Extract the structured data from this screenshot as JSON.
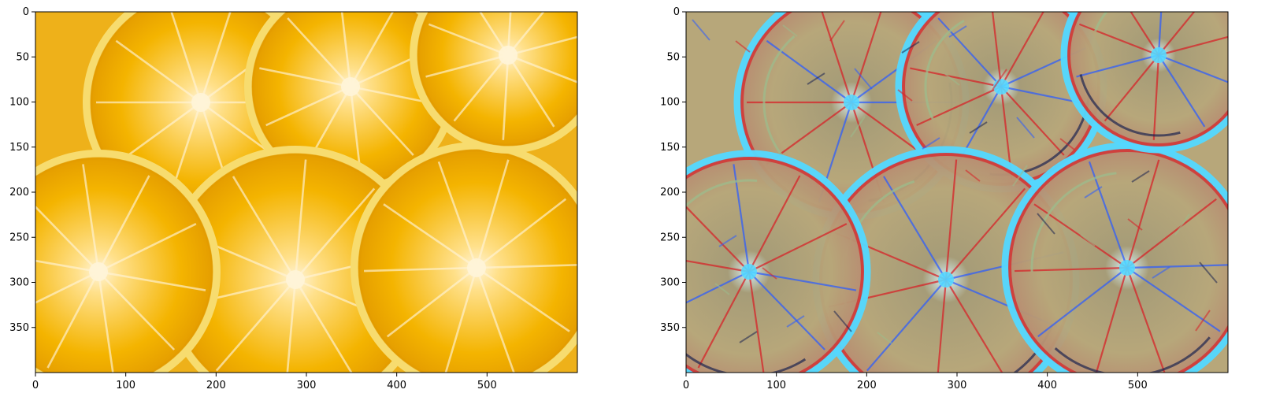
{
  "chart_data": [
    {
      "type": "image",
      "title": "",
      "xlabel": "",
      "ylabel": "",
      "xlim": [
        0,
        600
      ],
      "ylim": [
        0,
        400
      ],
      "x_ticks": [
        0,
        100,
        200,
        300,
        400,
        500
      ],
      "y_ticks": [
        0,
        50,
        100,
        150,
        200,
        250,
        300,
        350
      ],
      "x_tick_labels": [
        "0",
        "100",
        "200",
        "300",
        "400",
        "500"
      ],
      "y_tick_labels": [
        "0",
        "50",
        "100",
        "150",
        "200",
        "250",
        "300",
        "350"
      ],
      "image_description": "close-up photo of orange slices",
      "style": "photo",
      "colors": {
        "base": "#f4b400",
        "rind": "#f7dc6f",
        "pith": "#fff4d8",
        "shadow": "#e39b00"
      }
    },
    {
      "type": "image",
      "title": "",
      "xlabel": "",
      "ylabel": "",
      "xlim": [
        0,
        600
      ],
      "ylim": [
        0,
        400
      ],
      "x_ticks": [
        0,
        100,
        200,
        300,
        400,
        500
      ],
      "y_ticks": [
        0,
        50,
        100,
        150,
        200,
        250,
        300,
        350
      ],
      "x_tick_labels": [
        "0",
        "100",
        "200",
        "300",
        "400",
        "500"
      ],
      "y_tick_labels": [
        "0",
        "50",
        "100",
        "150",
        "200",
        "250",
        "300",
        "350"
      ],
      "image_description": "neural style-transfer rendering of the same orange slices",
      "style": "stylized",
      "colors": {
        "base": "#b7a77a",
        "rind": "#55d8ff",
        "red": "#d81f26",
        "blue": "#2c5cff",
        "navy": "#1c2450",
        "green": "#9cbc8c"
      }
    }
  ]
}
